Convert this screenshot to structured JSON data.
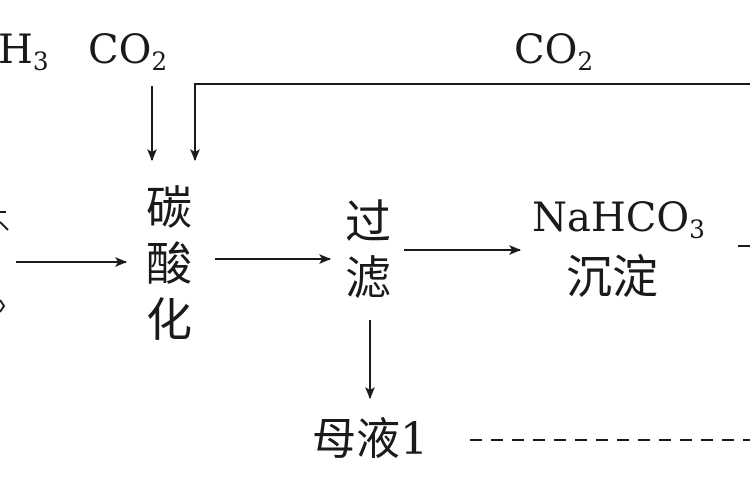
{
  "nodes": {
    "nh3_in": {
      "text": "H",
      "sub": "3"
    },
    "co2_top": {
      "text": "CO",
      "sub": "2"
    },
    "co2_recycle": {
      "text": "CO",
      "sub": "2"
    },
    "carbonation": {
      "chars": [
        "碳",
        "酸",
        "化"
      ]
    },
    "filtration": {
      "chars": [
        "过",
        "滤"
      ]
    },
    "nahco3": {
      "formula": "NaHCO",
      "sub": "3",
      "label": "沉淀"
    },
    "mother_liquor": {
      "text": "母液1"
    }
  }
}
